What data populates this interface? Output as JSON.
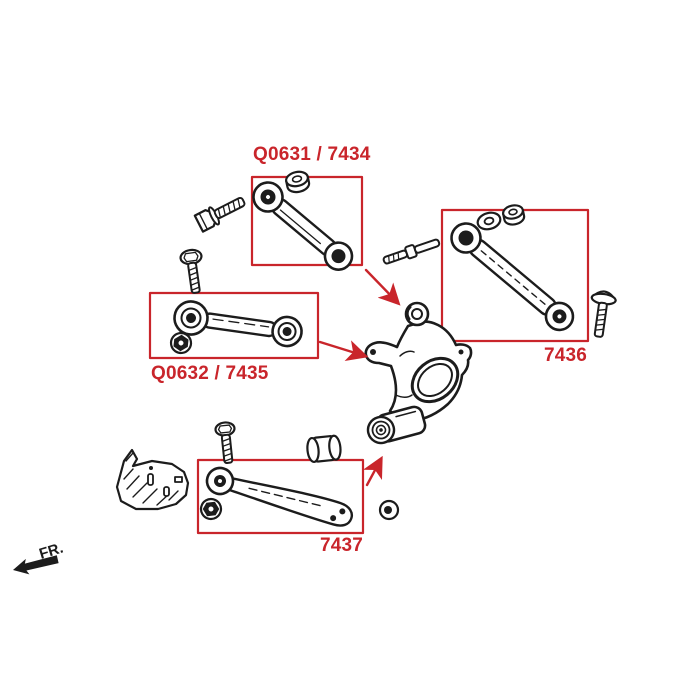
{
  "diagram": {
    "type": "suspension-parts-diagram",
    "labels": {
      "top_box": "Q0631 / 7434",
      "left_box": "Q0632 / 7435",
      "right_box": "7436",
      "bottom_box": "7437",
      "front_marker": "FR."
    },
    "colors": {
      "highlight": "#c9252b",
      "ink": "#1c1c1c",
      "background": "#ffffff"
    },
    "icons": [
      "hex-bolt-icon",
      "flange-nut-icon",
      "washer-icon",
      "stud-bolt-icon",
      "bushing-icon",
      "lock-nut-icon",
      "pointer-arrow-icon",
      "front-direction-arrow-icon"
    ]
  }
}
